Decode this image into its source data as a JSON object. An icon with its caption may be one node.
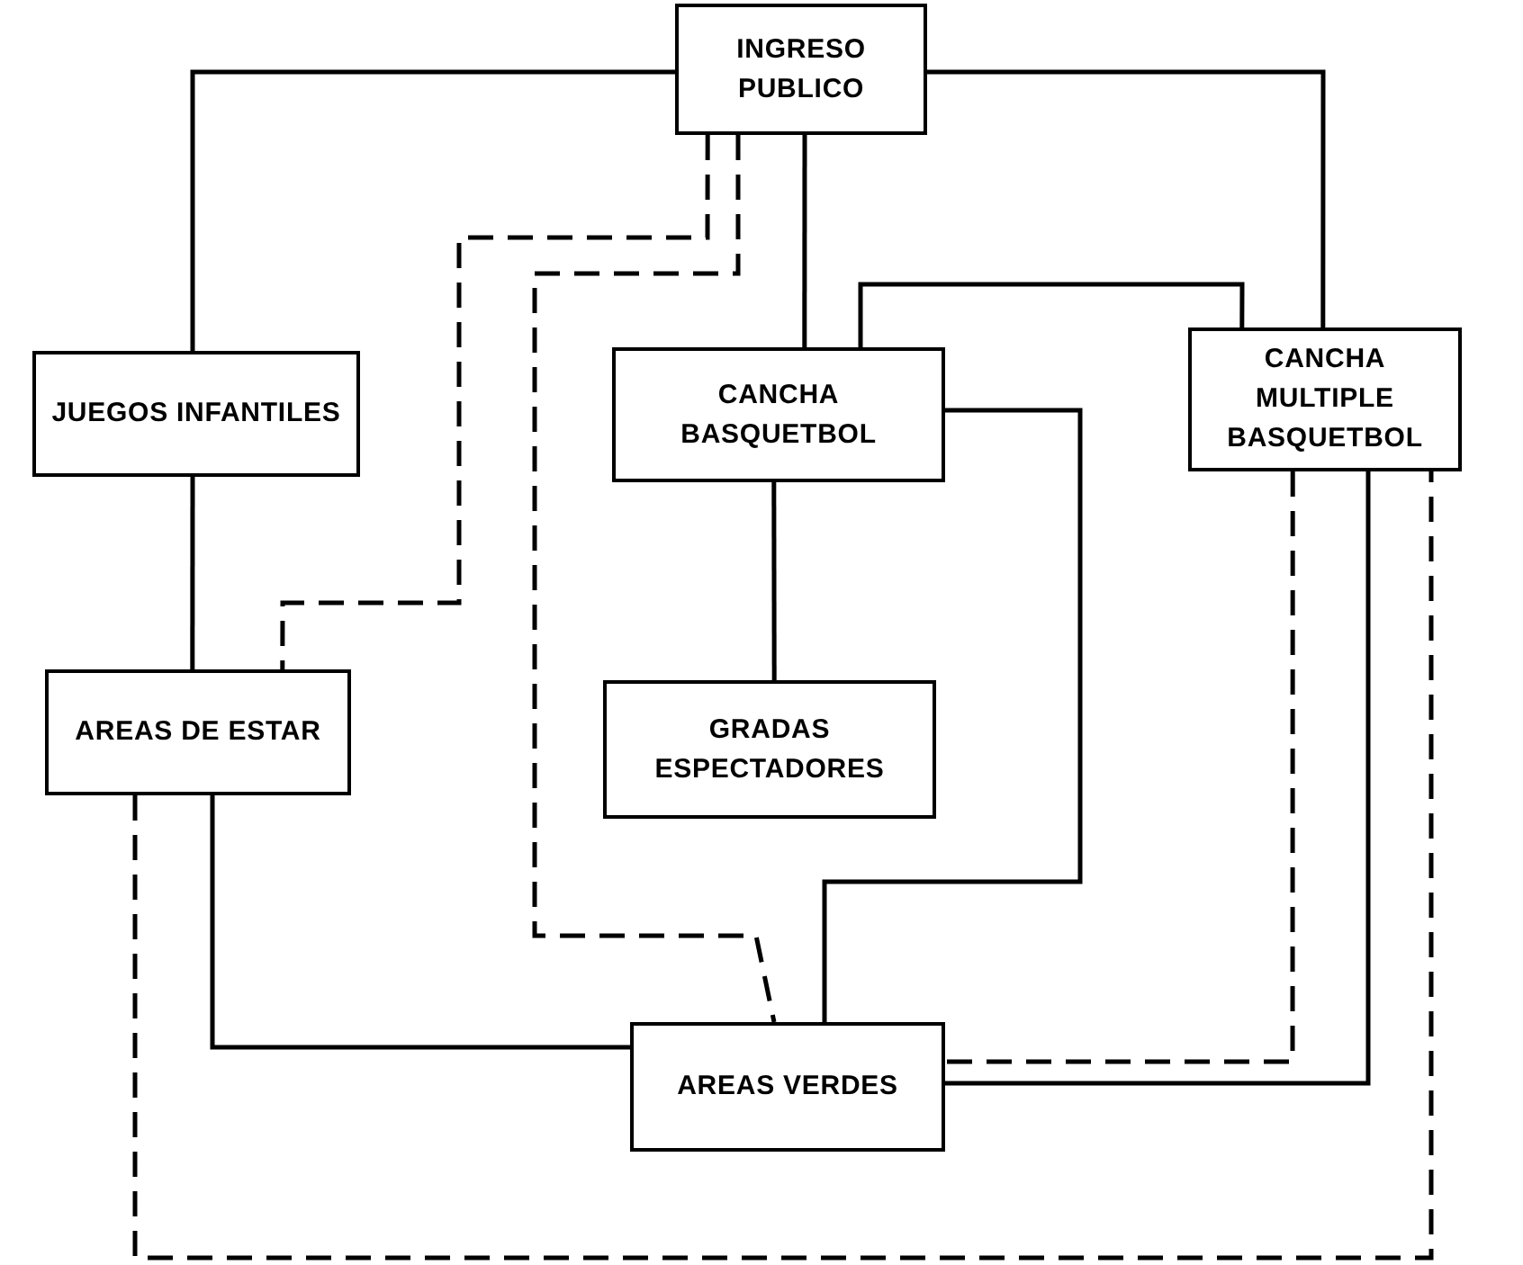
{
  "diagram": {
    "nodes": [
      {
        "text": [
          "INGRESO PUBLICO"
        ]
      },
      {
        "text": [
          "JUEGOS INFANTILES"
        ]
      },
      {
        "text": [
          "CANCHA BASQUETBOL"
        ]
      },
      {
        "text": [
          "CANCHA MULTIPLE BASQUETBOL"
        ]
      },
      {
        "text": [
          "AREAS DE ESTAR"
        ]
      },
      {
        "text": [
          "GRADAS ESPECTADORES"
        ]
      },
      {
        "text": [
          "AREAS VERDES"
        ]
      }
    ],
    "edges": [
      {
        "from": 0,
        "to": 1,
        "arrow": "none"
      },
      {
        "from": 0,
        "to": 2,
        "arrow": "none"
      },
      {
        "from": 0,
        "to": 3,
        "arrow": "none"
      },
      {
        "from": 2,
        "to": 3,
        "arrow": "none"
      },
      {
        "from": 0,
        "to": 4,
        "arrow": "none",
        "style": "dashed"
      },
      {
        "from": 0,
        "to": 6,
        "arrow": "none",
        "style": "dashed"
      },
      {
        "from": 1,
        "to": 4,
        "arrow": "none"
      },
      {
        "from": 2,
        "to": 5,
        "arrow": "none"
      },
      {
        "from": 2,
        "to": 6,
        "arrow": "none"
      },
      {
        "from": 4,
        "to": 6,
        "arrow": "none"
      },
      {
        "from": 4,
        "to": 3,
        "arrow": "none",
        "style": "dashed"
      },
      {
        "from": 3,
        "to": 6,
        "arrow": "none",
        "style": "dashed"
      },
      {
        "from": 3,
        "to": 6,
        "arrow": "none"
      }
    ]
  }
}
